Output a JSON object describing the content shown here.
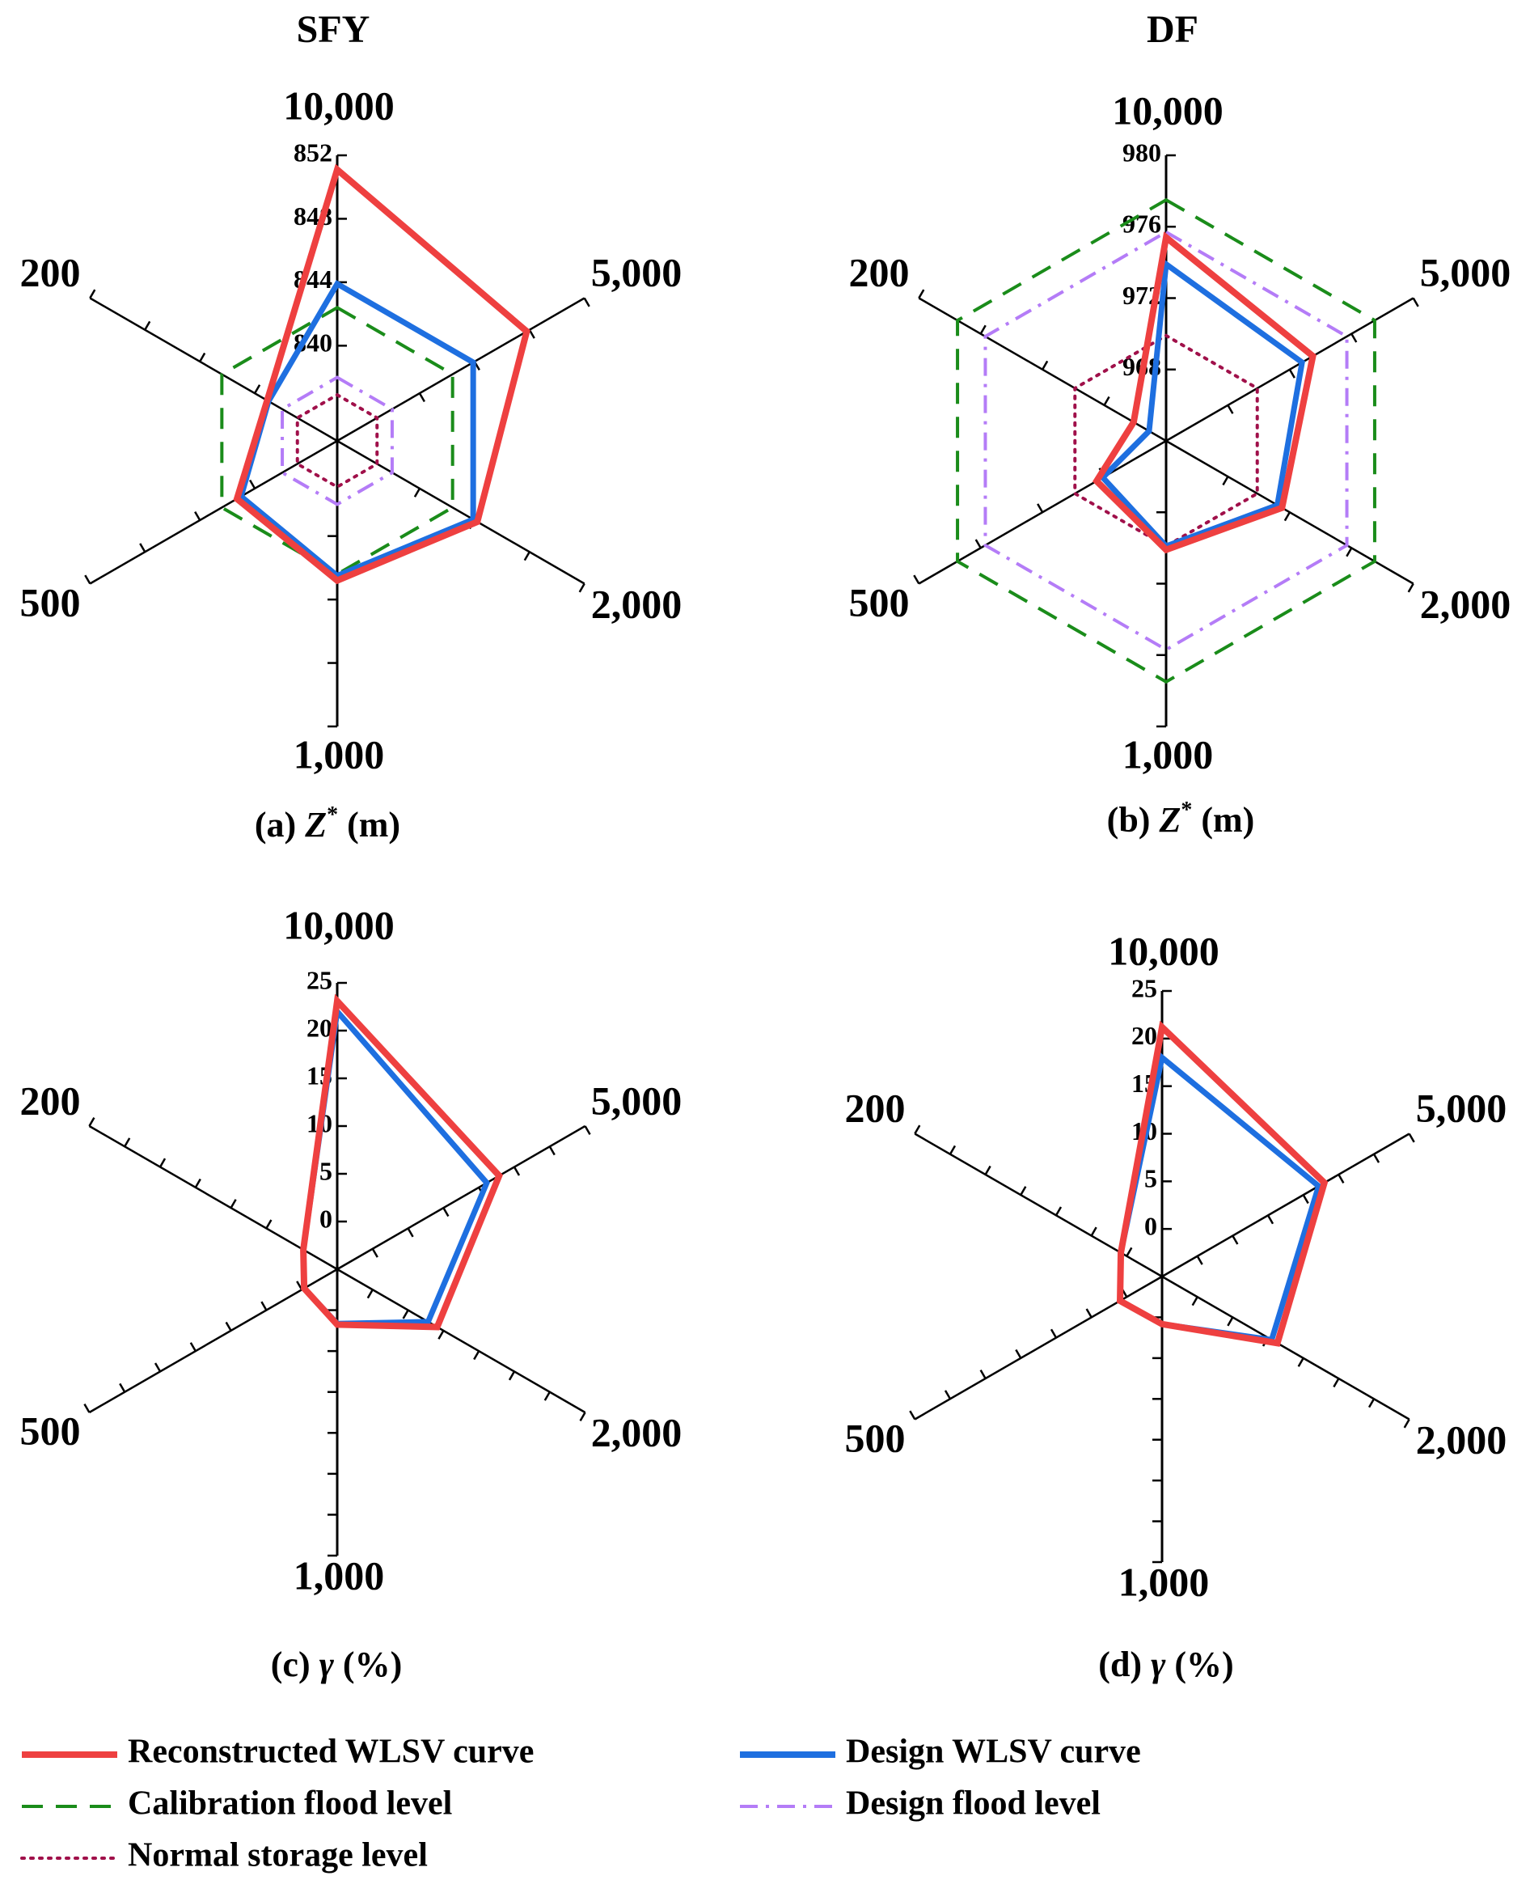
{
  "colors": {
    "reconstructed": "#ee4040",
    "design_curve": "#1e6fe0",
    "calibration": "#1a8c1a",
    "design_flood": "#b47cf7",
    "normal": "#a0104a",
    "axis": "#000000"
  },
  "titles": [
    "SFY",
    "DF"
  ],
  "legend": [
    {
      "key": "reconstructed",
      "label": "Reconstructed WLSV curve",
      "style": "solid"
    },
    {
      "key": "design_curve",
      "label": "Design WLSV curve",
      "style": "solid"
    },
    {
      "key": "calibration",
      "label": "Calibration flood level",
      "style": "dashed"
    },
    {
      "key": "design_flood",
      "label": "Design flood level",
      "style": "dashdot"
    },
    {
      "key": "normal",
      "label": "Normal storage level",
      "style": "dotted"
    }
  ],
  "chart_data": [
    {
      "type": "radar",
      "panel": "a",
      "caption": {
        "label": "(a)",
        "var": "Z",
        "sup": "*",
        "unit": "(m)"
      },
      "axes": [
        "10,000",
        "5,000",
        "2,000",
        "1,000",
        "500",
        "200"
      ],
      "range": [
        834,
        852
      ],
      "ticks": [
        "852",
        "848",
        "844",
        "840"
      ],
      "tick_values": [
        852,
        848,
        844,
        840
      ],
      "series": [
        {
          "key": "reconstructed",
          "name": "Reconstructed WLSV curve",
          "values": [
            851.1,
            847.8,
            844.2,
            842.8,
            841.3,
            839.1
          ]
        },
        {
          "key": "design_curve",
          "name": "Design WLSV curve",
          "values": [
            843.9,
            843.9,
            843.9,
            842.5,
            841.0,
            839.0
          ]
        }
      ],
      "levels": [
        {
          "key": "calibration",
          "name": "Calibration flood level",
          "value": 842.4
        },
        {
          "key": "design_flood",
          "name": "Design flood level",
          "value": 838.0
        },
        {
          "key": "normal",
          "name": "Normal storage level",
          "value": 836.9
        }
      ]
    },
    {
      "type": "radar",
      "panel": "b",
      "caption": {
        "label": "(b)",
        "var": "Z",
        "sup": "*",
        "unit": "(m)"
      },
      "axes": [
        "10,000",
        "5,000",
        "2,000",
        "1,000",
        "500",
        "200"
      ],
      "range": [
        964,
        980
      ],
      "ticks": [
        "980",
        "976",
        "972",
        "968"
      ],
      "tick_values": [
        980,
        976,
        972,
        968
      ],
      "series": [
        {
          "key": "reconstructed",
          "name": "Reconstructed WLSV curve",
          "values": [
            975.4,
            973.5,
            971.5,
            970.1,
            968.5,
            966.1
          ]
        },
        {
          "key": "design_curve",
          "name": "Design WLSV curve",
          "values": [
            973.9,
            972.8,
            971.2,
            969.9,
            968.1,
            965.1
          ]
        }
      ],
      "levels": [
        {
          "key": "calibration",
          "name": "Calibration flood level",
          "value": 977.5
        },
        {
          "key": "design_flood",
          "name": "Design flood level",
          "value": 975.7
        },
        {
          "key": "normal",
          "name": "Normal storage level",
          "value": 969.9
        }
      ]
    },
    {
      "type": "radar",
      "panel": "c",
      "caption": {
        "label": "(c)",
        "var": "γ",
        "sup": "",
        "unit": "(%)"
      },
      "axes": [
        "10,000",
        "5,000",
        "2,000",
        "1,000",
        "500",
        "200"
      ],
      "range": [
        -5,
        25
      ],
      "ticks": [
        "25",
        "20",
        "15",
        "10",
        "5",
        "0"
      ],
      "tick_values": [
        25,
        20,
        15,
        10,
        5,
        0
      ],
      "series": [
        {
          "key": "reconstructed",
          "name": "Reconstructed WLSV curve",
          "values": [
            23.1,
            14.6,
            7.1,
            0.8,
            -1.0,
            -0.9
          ]
        },
        {
          "key": "design_curve",
          "name": "Design WLSV curve",
          "values": [
            22.0,
            13.1,
            6.0,
            0.7,
            -1.0,
            -0.9
          ]
        }
      ],
      "levels": []
    },
    {
      "type": "radar",
      "panel": "d",
      "caption": {
        "label": "(d)",
        "var": "γ",
        "sup": "",
        "unit": "(%)"
      },
      "axes": [
        "10,000",
        "5,000",
        "2,000",
        "1,000",
        "500",
        "200"
      ],
      "range": [
        -5,
        25
      ],
      "ticks": [
        "25",
        "20",
        "15",
        "10",
        "5",
        "0"
      ],
      "tick_values": [
        25,
        20,
        15,
        10,
        5,
        0
      ],
      "series": [
        {
          "key": "reconstructed",
          "name": "Reconstructed WLSV curve",
          "values": [
            21.2,
            14.7,
            9.0,
            0.0,
            0.1,
            0.0
          ]
        },
        {
          "key": "design_curve",
          "name": "Design WLSV curve",
          "values": [
            18.0,
            14.0,
            8.3,
            0.0,
            0.1,
            0.0
          ]
        }
      ],
      "levels": []
    }
  ]
}
